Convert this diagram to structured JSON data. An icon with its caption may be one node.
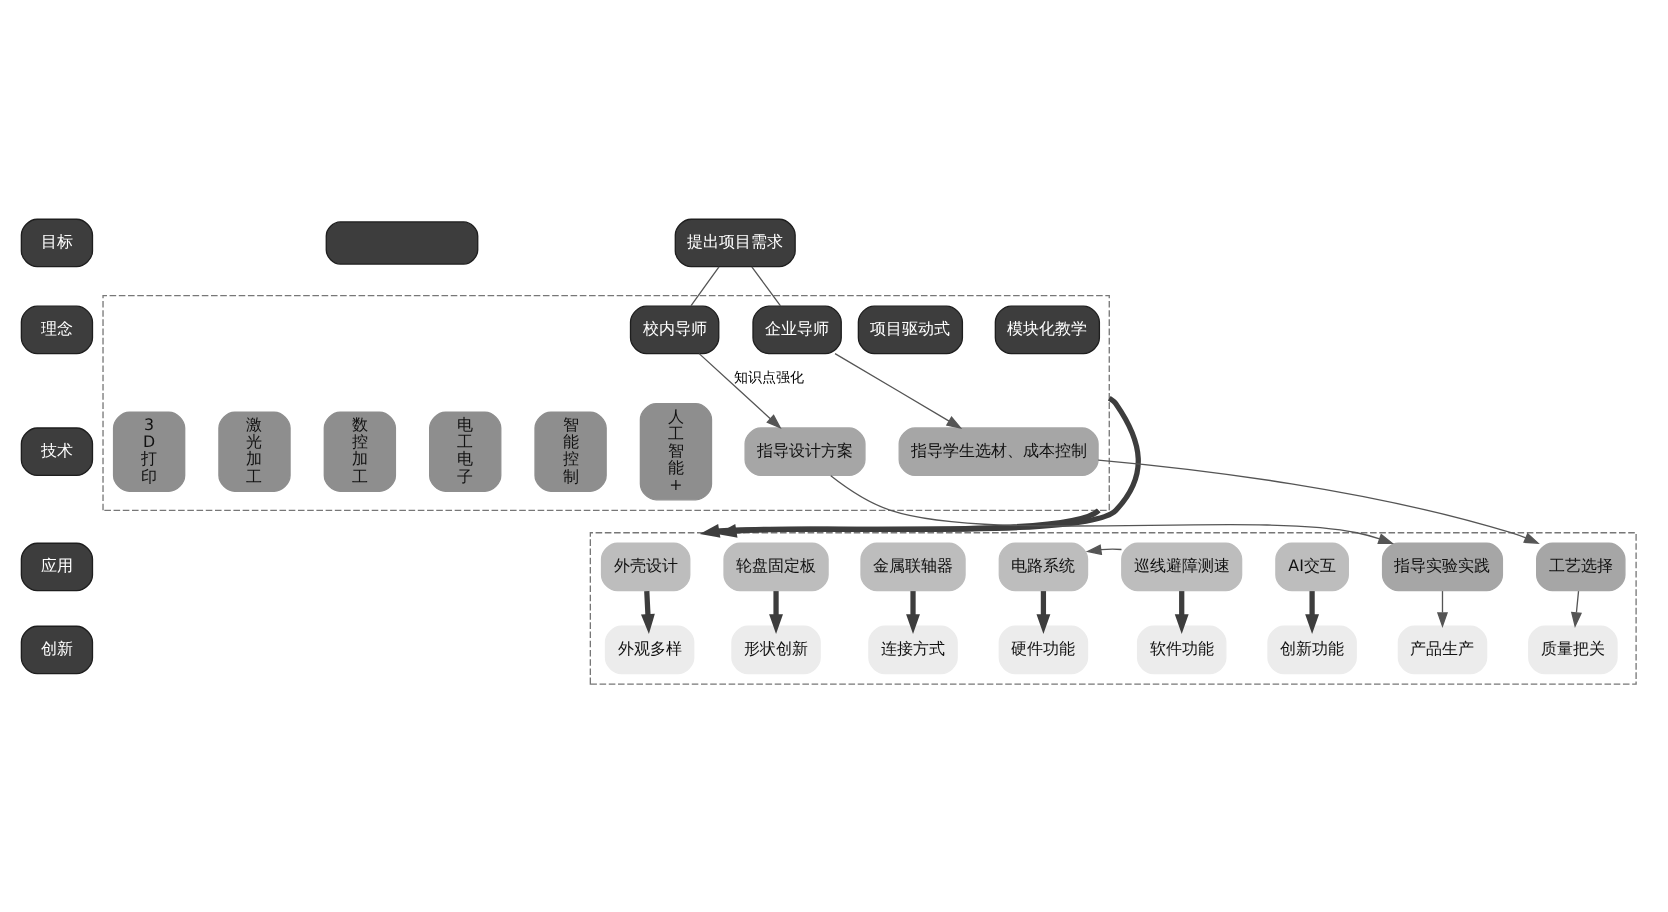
{
  "diagram": {
    "nodes": [
      {
        "text": [
          "目标"
        ]
      },
      {
        "text": [],
        "shape": "box"
      },
      {
        "text": [
          "提出项目需求"
        ]
      },
      {
        "text": [],
        "shape": "box"
      },
      {
        "text": [
          "理念"
        ]
      },
      {
        "text": [
          "项目驱动式"
        ],
        "in": 3
      },
      {
        "text": [
          "模块化教学"
        ],
        "in": 3
      },
      {
        "text": [
          "校内导师"
        ],
        "in": 3
      },
      {
        "text": [
          "企业导师"
        ],
        "in": 3
      },
      {
        "text": [
          "技术"
        ]
      },
      {
        "text": [
          "3D打印"
        ],
        "in": 3
      },
      {
        "text": [
          "激光加工"
        ],
        "in": 3
      },
      {
        "text": [
          "数控加工"
        ],
        "in": 3
      },
      {
        "text": [
          "电工电子"
        ],
        "in": 3
      },
      {
        "text": [
          "智能控制"
        ],
        "in": 3
      },
      {
        "text": [
          "人工智能+"
        ],
        "in": 3
      },
      {
        "text": [
          "指导设计方案"
        ],
        "in": 3
      },
      {
        "text": [
          "指导学生选材、成本控制"
        ],
        "in": 3
      },
      {
        "text": [],
        "shape": "box"
      },
      {
        "text": [
          "应用"
        ]
      },
      {
        "text": [
          "外壳设计"
        ],
        "in": 18
      },
      {
        "text": [
          "轮盘固定板"
        ],
        "in": 18
      },
      {
        "text": [
          "金属联轴器"
        ],
        "in": 18
      },
      {
        "text": [
          "电路系统"
        ],
        "in": 18
      },
      {
        "text": [
          "巡线避障测速"
        ],
        "in": 18
      },
      {
        "text": [
          "AI交互"
        ],
        "in": 18
      },
      {
        "text": [
          "指导实验实践"
        ],
        "in": 18
      },
      {
        "text": [
          "工艺选择"
        ],
        "in": 18
      },
      {
        "text": [
          "创新"
        ]
      },
      {
        "text": [
          "外观多样"
        ],
        "in": 18
      },
      {
        "text": [
          "形状创新"
        ],
        "in": 18
      },
      {
        "text": [
          "连接方式"
        ],
        "in": 18
      },
      {
        "text": [
          "硬件功能"
        ],
        "in": 18
      },
      {
        "text": [
          "软件功能"
        ],
        "in": 18
      },
      {
        "text": [
          "创新功能"
        ],
        "in": 18
      },
      {
        "text": [
          "产品生产"
        ],
        "in": 18
      },
      {
        "text": [
          "质量把关"
        ],
        "in": 18
      }
    ],
    "edges": [
      {
        "from": 2,
        "to": 7,
        "arrow": "none"
      },
      {
        "from": 2,
        "to": 8,
        "arrow": "none"
      },
      {
        "from": 7,
        "to": 16,
        "arrow": "to",
        "label": "知识点强化"
      },
      {
        "from": 8,
        "to": 17,
        "arrow": "to"
      },
      {
        "from": 3,
        "to": 18,
        "arrow": "to",
        "style": "thick"
      },
      {
        "from": 3,
        "to": 18,
        "arrow": "to",
        "style": "thick"
      },
      {
        "from": 16,
        "to": 26,
        "arrow": "to"
      },
      {
        "from": 17,
        "to": 27,
        "arrow": "to"
      },
      {
        "from": 20,
        "to": 29,
        "arrow": "to",
        "style": "thick"
      },
      {
        "from": 21,
        "to": 30,
        "arrow": "to",
        "style": "thick"
      },
      {
        "from": 22,
        "to": 31,
        "arrow": "to",
        "style": "thick"
      },
      {
        "from": 23,
        "to": 32,
        "arrow": "to",
        "style": "thick"
      },
      {
        "from": 24,
        "to": 33,
        "arrow": "to",
        "style": "thick"
      },
      {
        "from": 25,
        "to": 34,
        "arrow": "to",
        "style": "thick"
      },
      {
        "from": 24,
        "to": 23,
        "arrow": "to"
      },
      {
        "from": 26,
        "to": 35,
        "arrow": "to"
      },
      {
        "from": 27,
        "to": 36,
        "arrow": "to"
      }
    ]
  }
}
